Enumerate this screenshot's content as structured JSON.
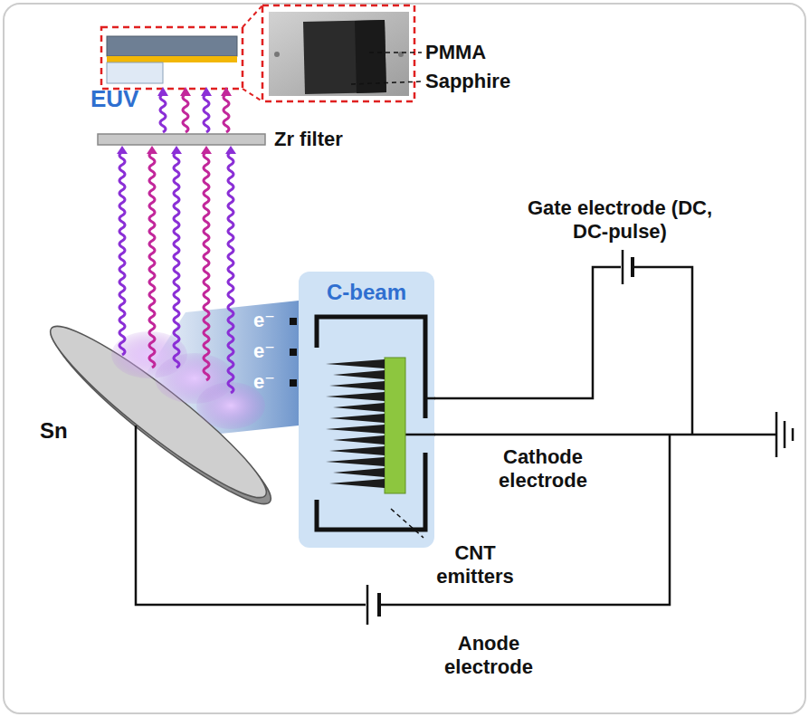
{
  "diagram": {
    "nodes": [
      {
        "text": [
          "C-beam"
        ]
      }
    ],
    "labels": [
      "PMMA",
      "Sapphire",
      "EUV",
      "Zr filter",
      "Gate electrode (DC, DC-pulse)",
      "e⁻",
      "e⁻",
      "e⁻",
      "Sn",
      "Cathode electrode",
      "CNT emitters",
      "Anode electrode"
    ]
  }
}
